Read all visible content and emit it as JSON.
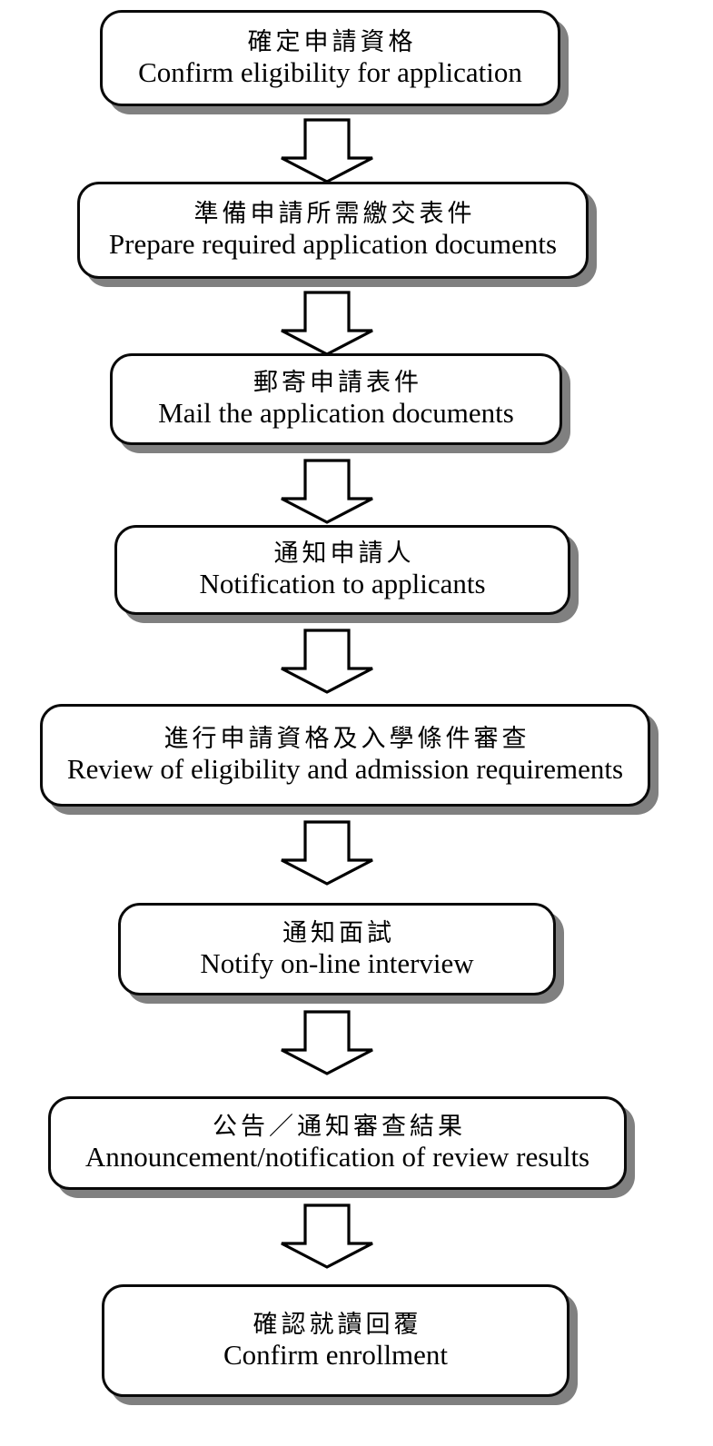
{
  "diagram": {
    "title": "Application process flowchart",
    "orientation": "vertical",
    "box_style": {
      "fill": "#FFFFFF",
      "border": "#000000",
      "shadow": "#808080",
      "corner": "rounded"
    },
    "connector_style": {
      "shape": "block-down-arrow",
      "fill": "#FFFFFF",
      "stroke": "#000000"
    },
    "steps": [
      {
        "index": 1,
        "zh": "確定申請資格",
        "en": "Confirm eligibility for application"
      },
      {
        "index": 2,
        "zh": "準備申請所需繳交表件",
        "en": "Prepare required application documents"
      },
      {
        "index": 3,
        "zh": "郵寄申請表件",
        "en": "Mail the application documents"
      },
      {
        "index": 4,
        "zh": "通知申請人",
        "en": "Notification to applicants"
      },
      {
        "index": 5,
        "zh": "進行申請資格及入學條件審查",
        "en": "Review of eligibility and admission requirements"
      },
      {
        "index": 6,
        "zh": "通知面試",
        "en": "Notify on-line interview"
      },
      {
        "index": 7,
        "zh": "公告／通知審查結果",
        "en": "Announcement/notification of review results"
      },
      {
        "index": 8,
        "zh": "確認就讀回覆",
        "en": "Confirm enrollment"
      }
    ],
    "connectors": [
      {
        "from": 1,
        "to": 2,
        "icon": "down-arrow-icon"
      },
      {
        "from": 2,
        "to": 3,
        "icon": "down-arrow-icon"
      },
      {
        "from": 3,
        "to": 4,
        "icon": "down-arrow-icon"
      },
      {
        "from": 4,
        "to": 5,
        "icon": "down-arrow-icon"
      },
      {
        "from": 5,
        "to": 6,
        "icon": "down-arrow-icon"
      },
      {
        "from": 6,
        "to": 7,
        "icon": "down-arrow-icon"
      },
      {
        "from": 7,
        "to": 8,
        "icon": "down-arrow-icon"
      }
    ]
  }
}
